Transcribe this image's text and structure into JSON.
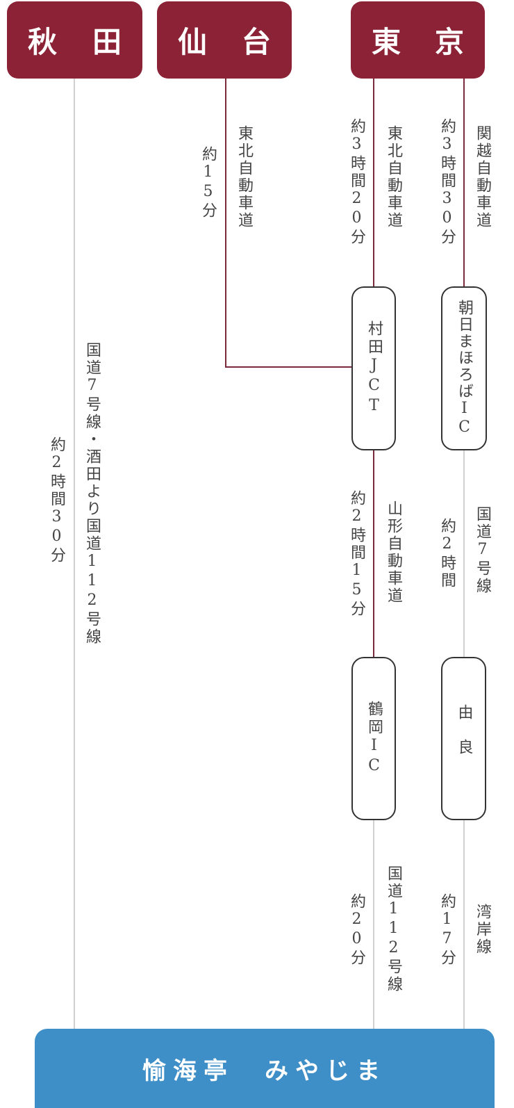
{
  "origins": [
    {
      "name": "秋田",
      "chars": [
        "秋",
        "田"
      ]
    },
    {
      "name": "仙台",
      "chars": [
        "仙",
        "台"
      ]
    },
    {
      "name": "東京",
      "chars": [
        "東",
        "京"
      ]
    }
  ],
  "colors": {
    "origin_box": "#8b2236",
    "highway_line": "#7a2a3a",
    "local_road_line": "#d0d0d0",
    "destination_box": "#3e8ec7"
  },
  "routes": {
    "akita": {
      "time": "約2時間30分",
      "road": "国道7号線・酒田より国道112号線"
    },
    "sendai": {
      "time": "約15分",
      "road": "東北自動車道"
    },
    "tokyo_tohoku": {
      "time": "約3時間20分",
      "road": "東北自動車道"
    },
    "tokyo_kanetsu": {
      "time": "約3時間30分",
      "road": "関越自動車道"
    },
    "murata_to_tsuruoka": {
      "time": "約2時間15分",
      "road": "山形自動車道"
    },
    "asahi_to_yura": {
      "time": "約2時間",
      "road": "国道7号線"
    },
    "tsuruoka_to_dest": {
      "time": "約20分",
      "road": "国道112号線"
    },
    "yura_to_dest": {
      "time": "約17分",
      "road": "湾岸線"
    }
  },
  "nodes": {
    "murata_jct": "村田JCT",
    "asahi_ic": "朝日まほろばIC",
    "tsuruoka_ic": "鶴岡IC",
    "yura": "由良"
  },
  "destination": {
    "label": "愉海亭　みやじま"
  }
}
